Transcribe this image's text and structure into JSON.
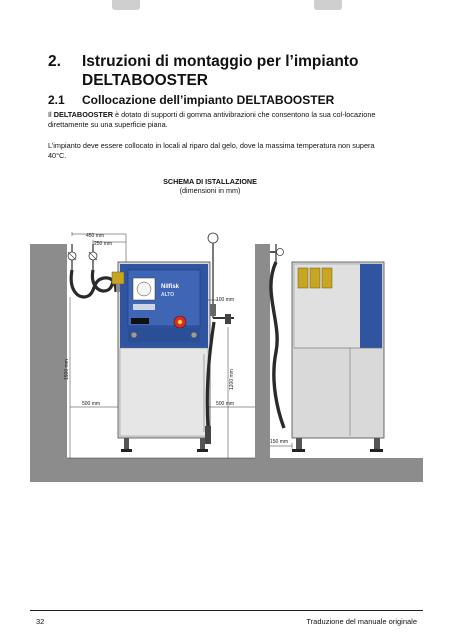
{
  "section": {
    "number": "2.",
    "title_line1": "Istruzioni di montaggio per l’impianto",
    "title_line2": "DELTABOOSTER"
  },
  "subsection": {
    "number": "2.1",
    "title": "Collocazione dell’impianto DELTABOOSTER"
  },
  "paragraphs": {
    "p1_prefix": "Il ",
    "p1_bold": "DELTABOOSTER",
    "p1_rest": " è dotato di supporti di gomma antivibrazioni che consentono la sua col-locazione direttamente su una superficie piana.",
    "p2": "L’impianto deve essere collocato in locali al riparo dal gelo, dove la massima temperatura non supera 40°C."
  },
  "figure": {
    "title": "SCHEMA DI ISTALLAZIONE",
    "subtitle": "(dimensioni in mm)",
    "dim_450": "450 mm",
    "dim_250": "250 mm",
    "dim_100": "100 mm",
    "dim_1500": "1500 mm",
    "dim_1200": "1200 mm",
    "dim_500_left": "500 mm",
    "dim_500_right": "500 mm",
    "dim_150": "150 mm",
    "panel_brand": "Nilfisk",
    "panel_model": "ALTO"
  },
  "colors": {
    "wall": "#8c8c8c",
    "blue": "#2f55a0",
    "cabinet": "#d9d9d9"
  },
  "footer": {
    "page": "32",
    "text": "Traduzione del manuale originale"
  }
}
